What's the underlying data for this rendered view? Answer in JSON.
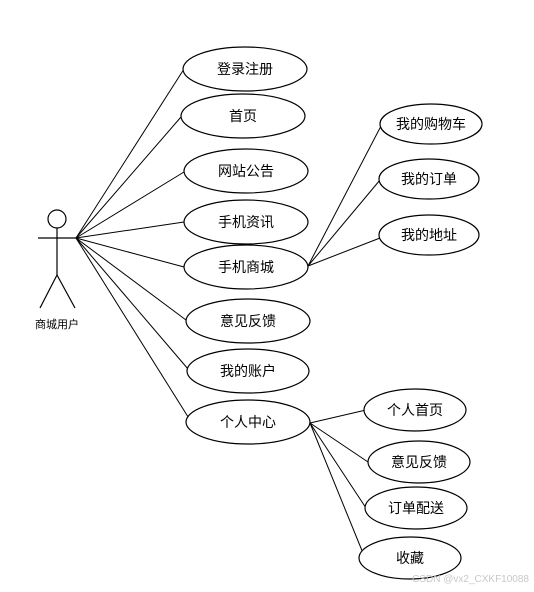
{
  "actor": {
    "label": "商城用户"
  },
  "use_cases": {
    "login": "登录注册",
    "home": "首页",
    "notice": "网站公告",
    "news": "手机资讯",
    "mall": "手机商城",
    "feedback": "意见反馈",
    "account": "我的账户",
    "personal_center": "个人中心"
  },
  "mall_children": {
    "cart": "我的购物车",
    "orders": "我的订单",
    "address": "我的地址"
  },
  "center_children": {
    "personal_home": "个人首页",
    "feedback": "意见反馈",
    "delivery": "订单配送",
    "favorites": "收藏"
  },
  "watermark": "CSDN @vx2_CXKF10088"
}
